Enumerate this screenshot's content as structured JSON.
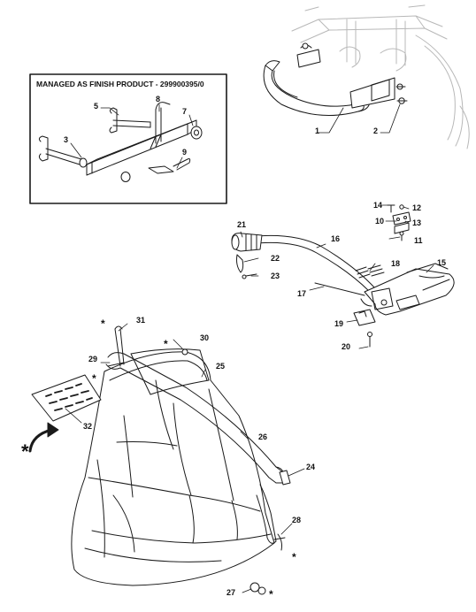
{
  "inset": {
    "title": "MANAGED AS FINISH PRODUCT - 299900395/0"
  },
  "callouts": [
    "1",
    "2",
    "3",
    "5",
    "7",
    "8",
    "9",
    "10",
    "11",
    "12",
    "13",
    "14",
    "15",
    "16",
    "17",
    "18",
    "19",
    "20",
    "21",
    "22",
    "23",
    "24",
    "25",
    "26",
    "27",
    "28",
    "29",
    "30",
    "31",
    "32"
  ],
  "asterisk": "*",
  "colors": {
    "line": "#1a1a1a",
    "faded": "#b8b8b8",
    "fill": "#ffffff"
  }
}
